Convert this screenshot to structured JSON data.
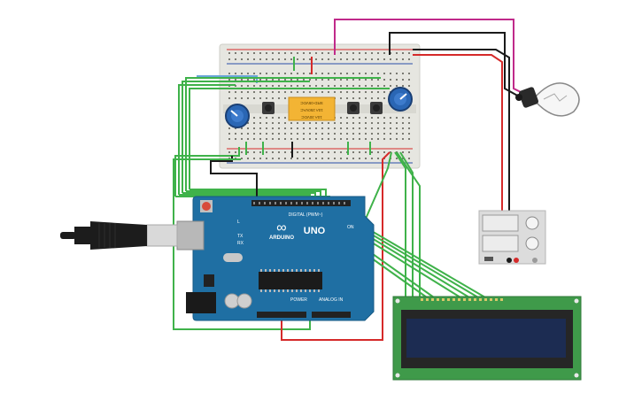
{
  "arduino": {
    "brand": "ARDUINO",
    "model": "UNO",
    "power_label": "POWER",
    "analog_label": "ANALOG IN",
    "digital_label": "DIGITAL (PWM~)",
    "tx_label": "TX",
    "rx_label": "RX",
    "l_label": "L",
    "on_label": "ON",
    "infinity_logo": "∞"
  },
  "relay": {
    "lines": [
      "SRD-05VDC",
      "10A 250VAC",
      "10A 30VDC"
    ]
  },
  "colors": {
    "board": "#1f6fa3",
    "breadboard": "#e6e6e0",
    "lcd_pcb": "#3f9a4a",
    "lcd_screen": "#1c2c52",
    "wire_green": "#3fb24a",
    "wire_red": "#d52a2a",
    "wire_black": "#1a1a1a",
    "wire_magenta": "#c02a8a",
    "wire_blue": "#6aa6d8",
    "relay_body": "#f3b434",
    "pot_body": "#2a66b4"
  },
  "icons": {
    "bulb": "light-bulb-icon",
    "usb": "usb-plug-icon",
    "power_jack": "dc-jack-icon"
  }
}
